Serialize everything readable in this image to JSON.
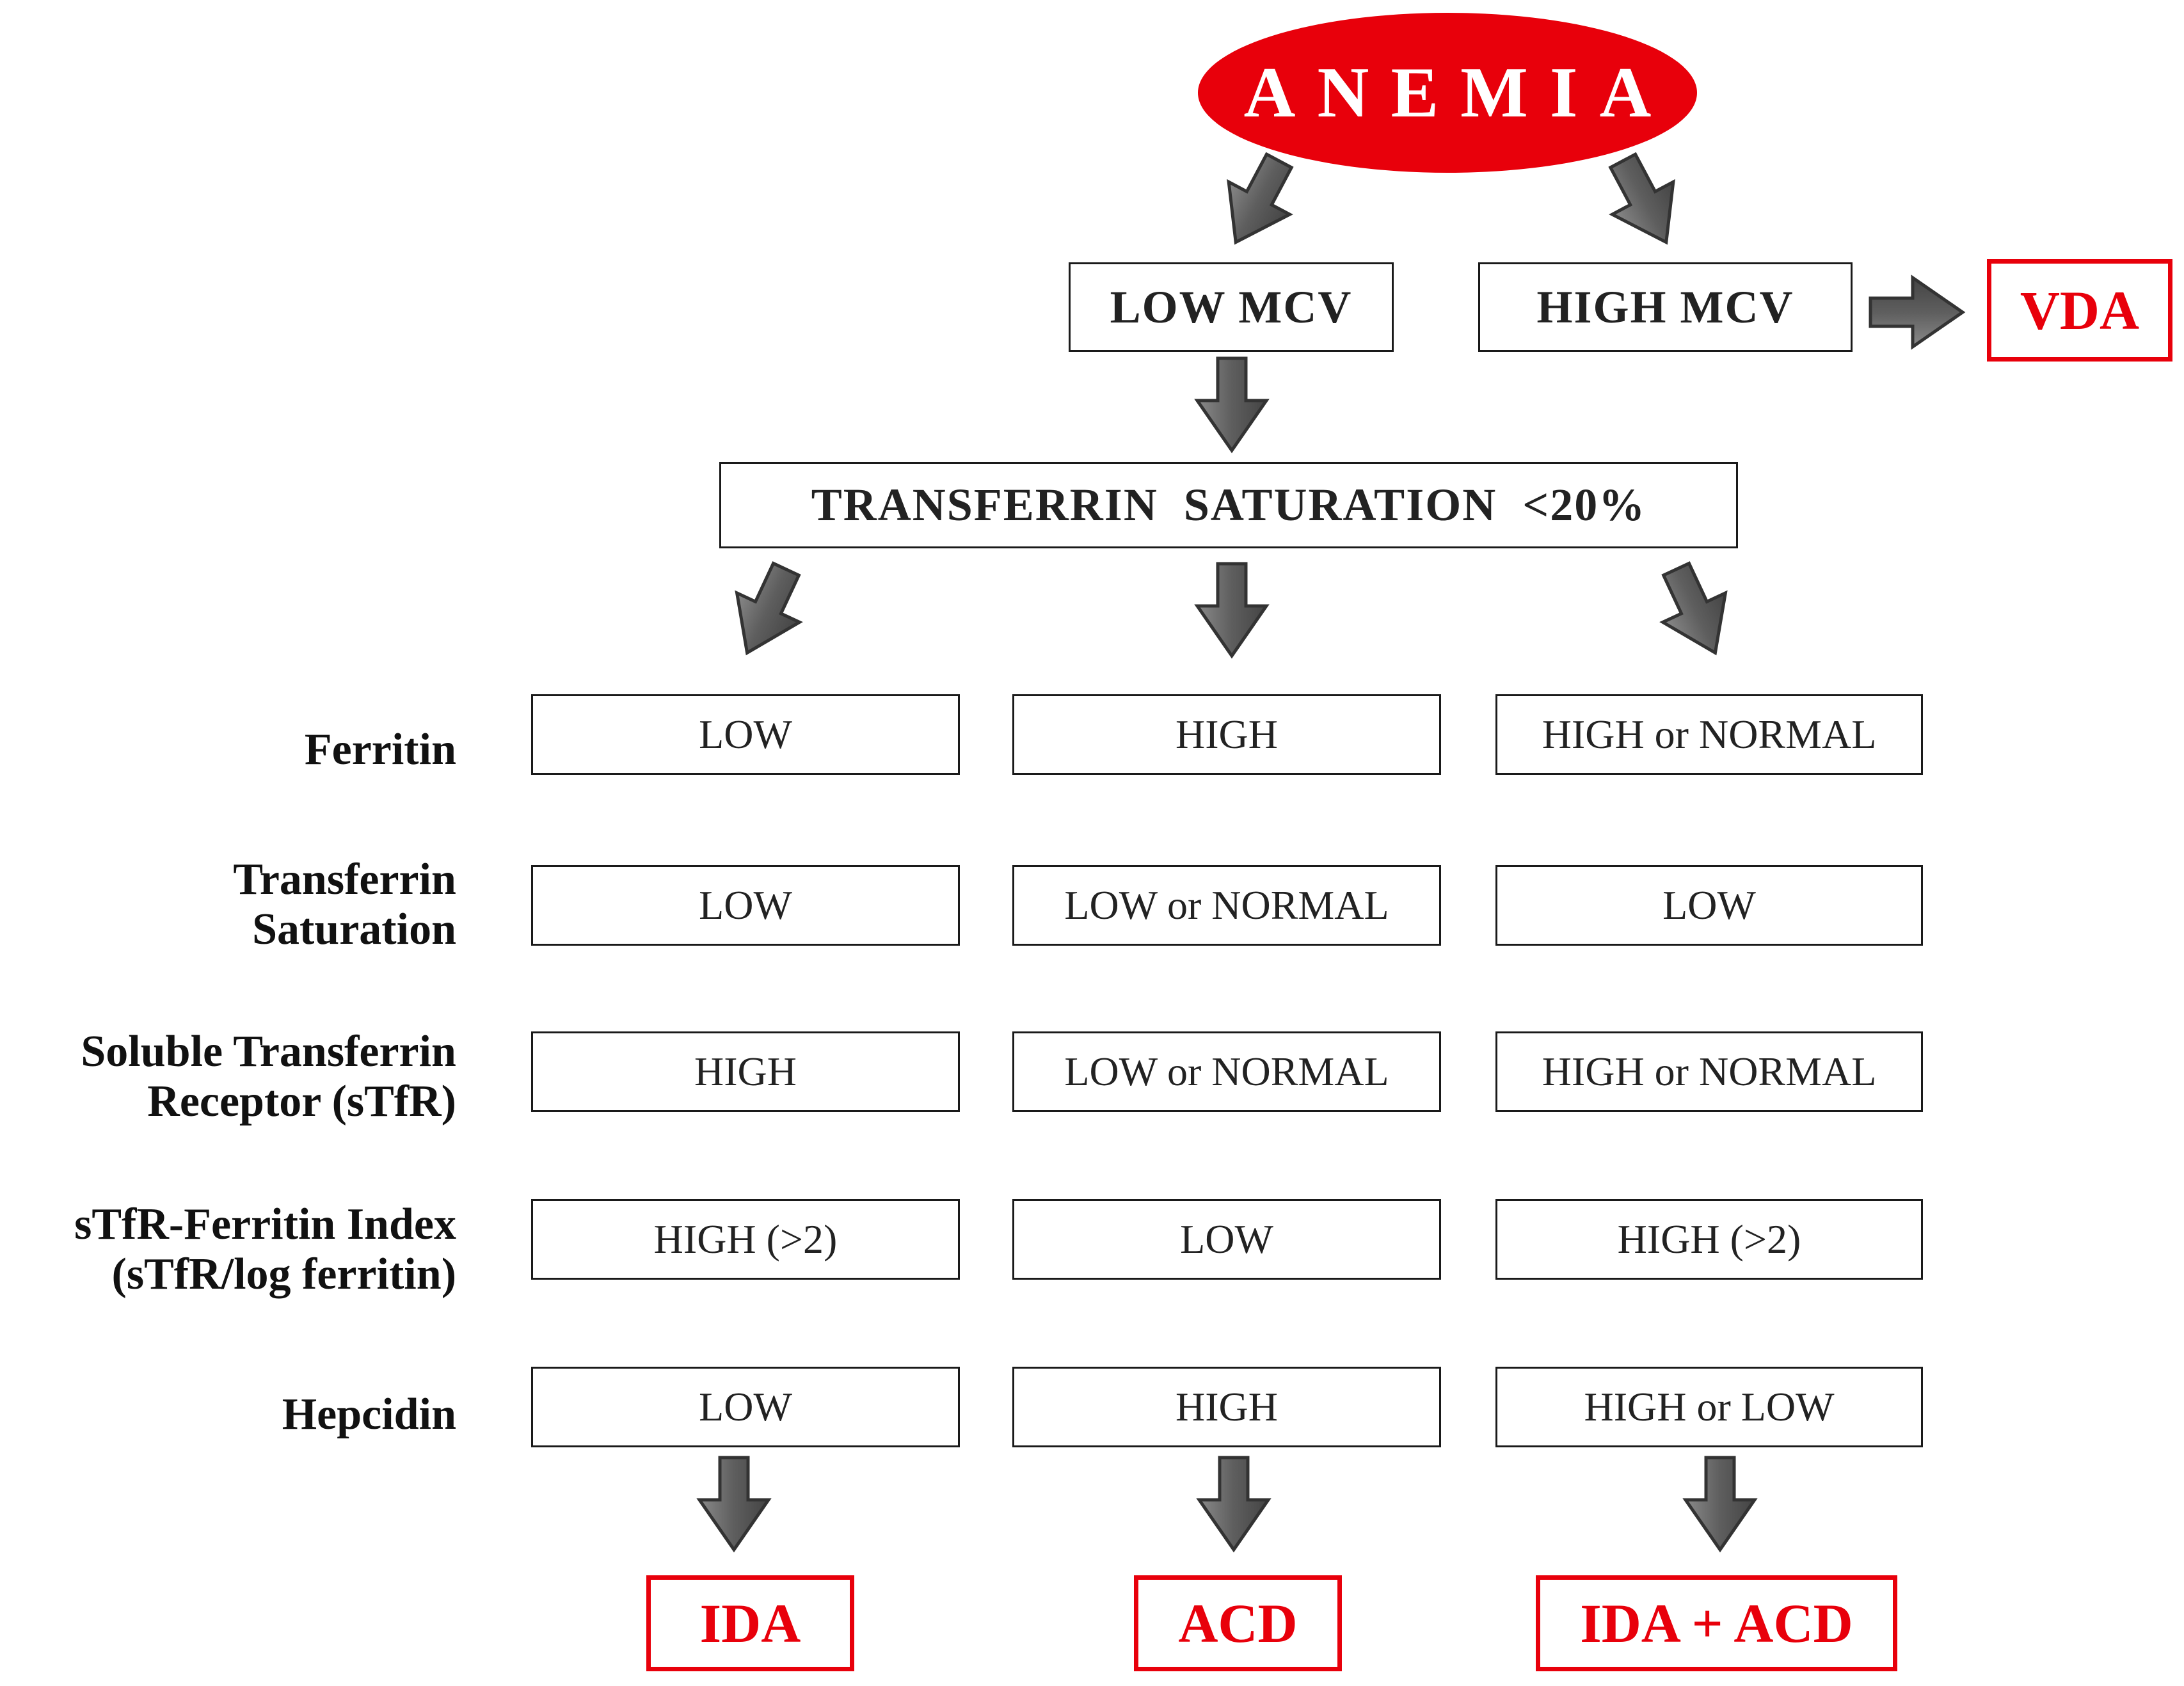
{
  "root": {
    "label": "ANEMIA"
  },
  "mcv": {
    "low": "LOW MCV",
    "high": "HIGH MCV"
  },
  "high_mcv_result": "VDA",
  "tsat_header": "TRANSFERRIN  SATURATION  <20%",
  "rows": [
    {
      "label_lines": [
        "Ferritin"
      ],
      "values": [
        "LOW",
        "HIGH",
        "HIGH or NORMAL"
      ]
    },
    {
      "label_lines": [
        "Transferrin",
        "Saturation"
      ],
      "values": [
        "LOW",
        "LOW or NORMAL",
        "LOW"
      ]
    },
    {
      "label_lines": [
        "Soluble Transferrin",
        "Receptor (sTfR)"
      ],
      "values": [
        "HIGH",
        "LOW or NORMAL",
        "HIGH or NORMAL"
      ]
    },
    {
      "label_lines": [
        "sTfR-Ferritin Index",
        "(sTfR/log ferritin)"
      ],
      "values": [
        "HIGH (>2)",
        "LOW",
        "HIGH (>2)"
      ]
    },
    {
      "label_lines": [
        "Hepcidin"
      ],
      "values": [
        "LOW",
        "HIGH",
        "HIGH or LOW"
      ]
    }
  ],
  "results": [
    "IDA",
    "ACD",
    "IDA + ACD"
  ],
  "colors": {
    "accent_red": "#e8000b",
    "arrow_fill": "#666666",
    "arrow_stroke": "#333333",
    "box_border": "#1a1a1a"
  }
}
